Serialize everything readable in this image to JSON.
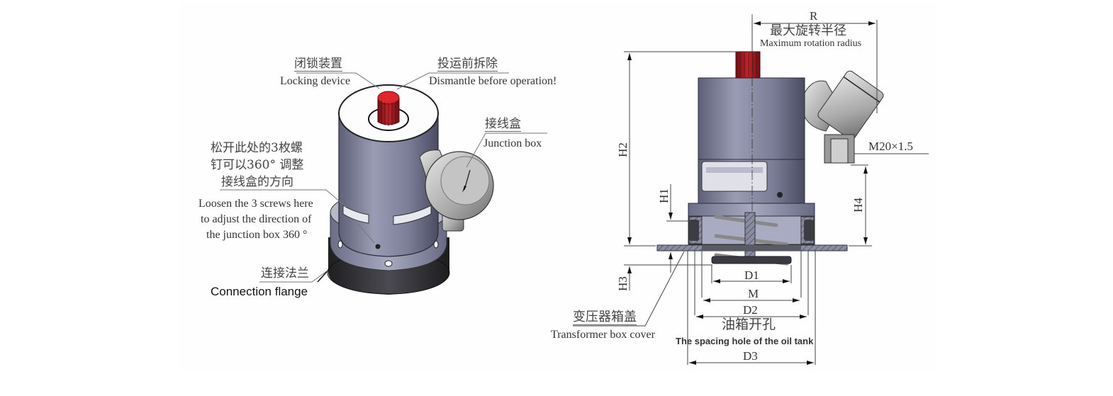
{
  "iso_view": {
    "locking_device": {
      "cn": "闭锁装置",
      "en": "Locking device"
    },
    "dismantle": {
      "cn": "投运前拆除",
      "en": "Dismantle before operation!"
    },
    "junction_box": {
      "cn": "接线盒",
      "en": "Junction box"
    },
    "loosen_screws": {
      "cn_lines": [
        "松开此处的3枚螺",
        "钉可以360° 调整",
        "接线盒的方向"
      ],
      "en_lines": [
        "Loosen the 3 screws here",
        "to adjust the direction of",
        "the junction box 360 °"
      ]
    },
    "connection_flange": {
      "cn": "连接法兰",
      "en": "Connection flange"
    }
  },
  "dimension_view": {
    "R": "R",
    "max_radius": {
      "cn": "最大旋转半径",
      "en": "Maximum rotation radius"
    },
    "thread": "M20×1.5",
    "H1": "H1",
    "H2": "H2",
    "H3": "H3",
    "H4": "H4",
    "D1": "D1",
    "M": "M",
    "D2": "D2",
    "D3": "D3",
    "transformer_cover": {
      "cn": "变压器箱盖",
      "en": "Transformer box cover"
    },
    "oil_tank_hole": {
      "cn": "油箱开孔",
      "en": "The spacing hole of the oil tank"
    }
  },
  "colors": {
    "body": "#7d7f99",
    "knob": "#a31a1f",
    "flange": "#2f2f33",
    "line": "#555555"
  }
}
